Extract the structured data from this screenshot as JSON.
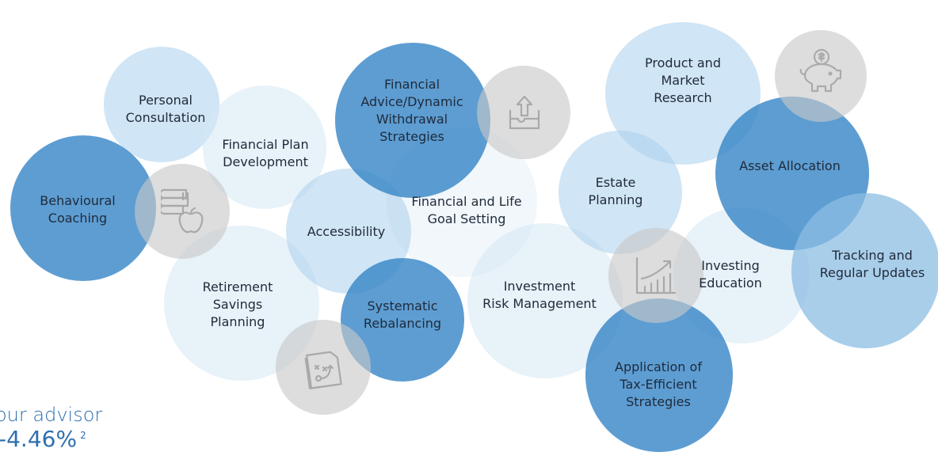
{
  "services": [
    {
      "id": "personal-consultation",
      "lines": [
        "Personal",
        "Consultation"
      ]
    },
    {
      "id": "behavioural-coaching",
      "lines": [
        "Behavioural",
        "Coaching"
      ]
    },
    {
      "id": "financial-plan-development",
      "lines": [
        "Financial Plan",
        "Development"
      ]
    },
    {
      "id": "financial-advice",
      "lines": [
        "Financial",
        "Advice/Dynamic",
        "Withdrawal",
        "Strategies"
      ]
    },
    {
      "id": "accessibility",
      "lines": [
        "Accessibility"
      ]
    },
    {
      "id": "financial-life-goal",
      "lines": [
        "Financial and Life",
        "Goal Setting"
      ]
    },
    {
      "id": "retirement-savings",
      "lines": [
        "Retirement",
        "Savings",
        "Planning"
      ]
    },
    {
      "id": "systematic-rebalancing",
      "lines": [
        "Systematic",
        "Rebalancing"
      ]
    },
    {
      "id": "investment-risk",
      "lines": [
        "Investment",
        "Risk Management"
      ]
    },
    {
      "id": "estate-planning",
      "lines": [
        "Estate",
        "Planning"
      ]
    },
    {
      "id": "product-market-research",
      "lines": [
        "Product and",
        "Market",
        "Research"
      ]
    },
    {
      "id": "asset-allocation",
      "lines": [
        "Asset Allocation"
      ]
    },
    {
      "id": "investing-education",
      "lines": [
        "Investing",
        "Education"
      ]
    },
    {
      "id": "tracking-updates",
      "lines": [
        "Tracking and",
        "Regular Updates"
      ]
    },
    {
      "id": "tax-efficient",
      "lines": [
        "Application of",
        "Tax-Efficient",
        "Strategies"
      ]
    }
  ],
  "icons": [
    "books-apple-icon",
    "upload-tray-icon",
    "piggy-bank-icon",
    "bar-chart-growth-icon",
    "strategy-plan-icon"
  ],
  "footer": {
    "line1": "our advisor",
    "line2": "-4.46%",
    "superscript": "2"
  },
  "colors": {
    "dark": "#3584c7",
    "mid": "#8cbde3",
    "light": "#aacfec",
    "pale": "#d6e7f4",
    "grey": "#c8c8c8",
    "text": "#1f2a3a",
    "accent": "#2e6fb0"
  }
}
